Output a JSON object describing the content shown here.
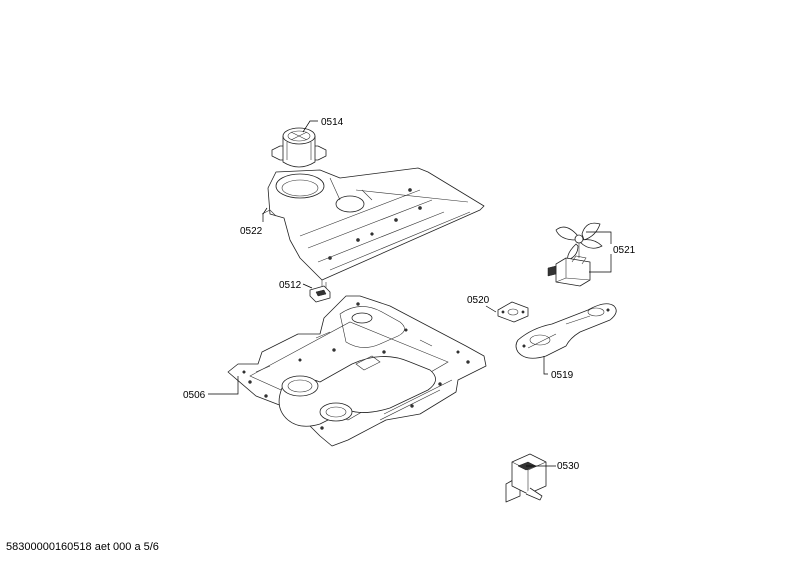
{
  "labels": {
    "p0514": "0514",
    "p0522": "0522",
    "p0521": "0521",
    "p0512": "0512",
    "p0520": "0520",
    "p0506": "0506",
    "p0519": "0519",
    "p0530": "0530"
  },
  "footer": "58300000160518 aet 000 a 5/6"
}
